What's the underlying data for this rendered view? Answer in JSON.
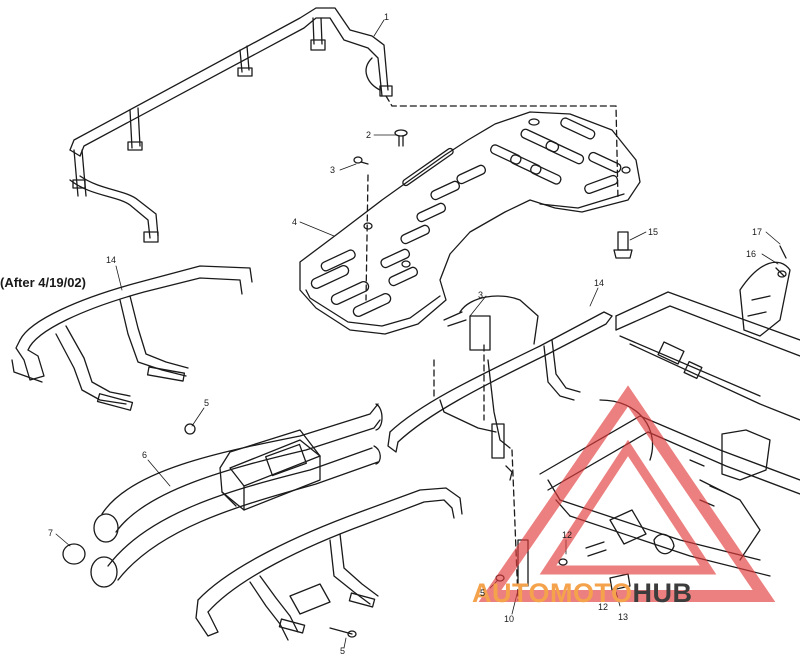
{
  "diagram": {
    "note": "(After 4/19/02)",
    "callouts": [
      "1",
      "2",
      "3",
      "4",
      "15",
      "14",
      "3",
      "17",
      "16",
      "5",
      "6",
      "7",
      "12",
      "12",
      "13",
      "10",
      "5",
      "5"
    ]
  },
  "watermark": {
    "part1": "AUTOMOTO",
    "part2": "HUB",
    "colors": {
      "triangle": "#e23a3a",
      "text_primary": "#f4a24c",
      "text_secondary": "#3c3c3c"
    }
  },
  "colors": {
    "line_art": "#1a1a1a",
    "background": "#ffffff"
  }
}
